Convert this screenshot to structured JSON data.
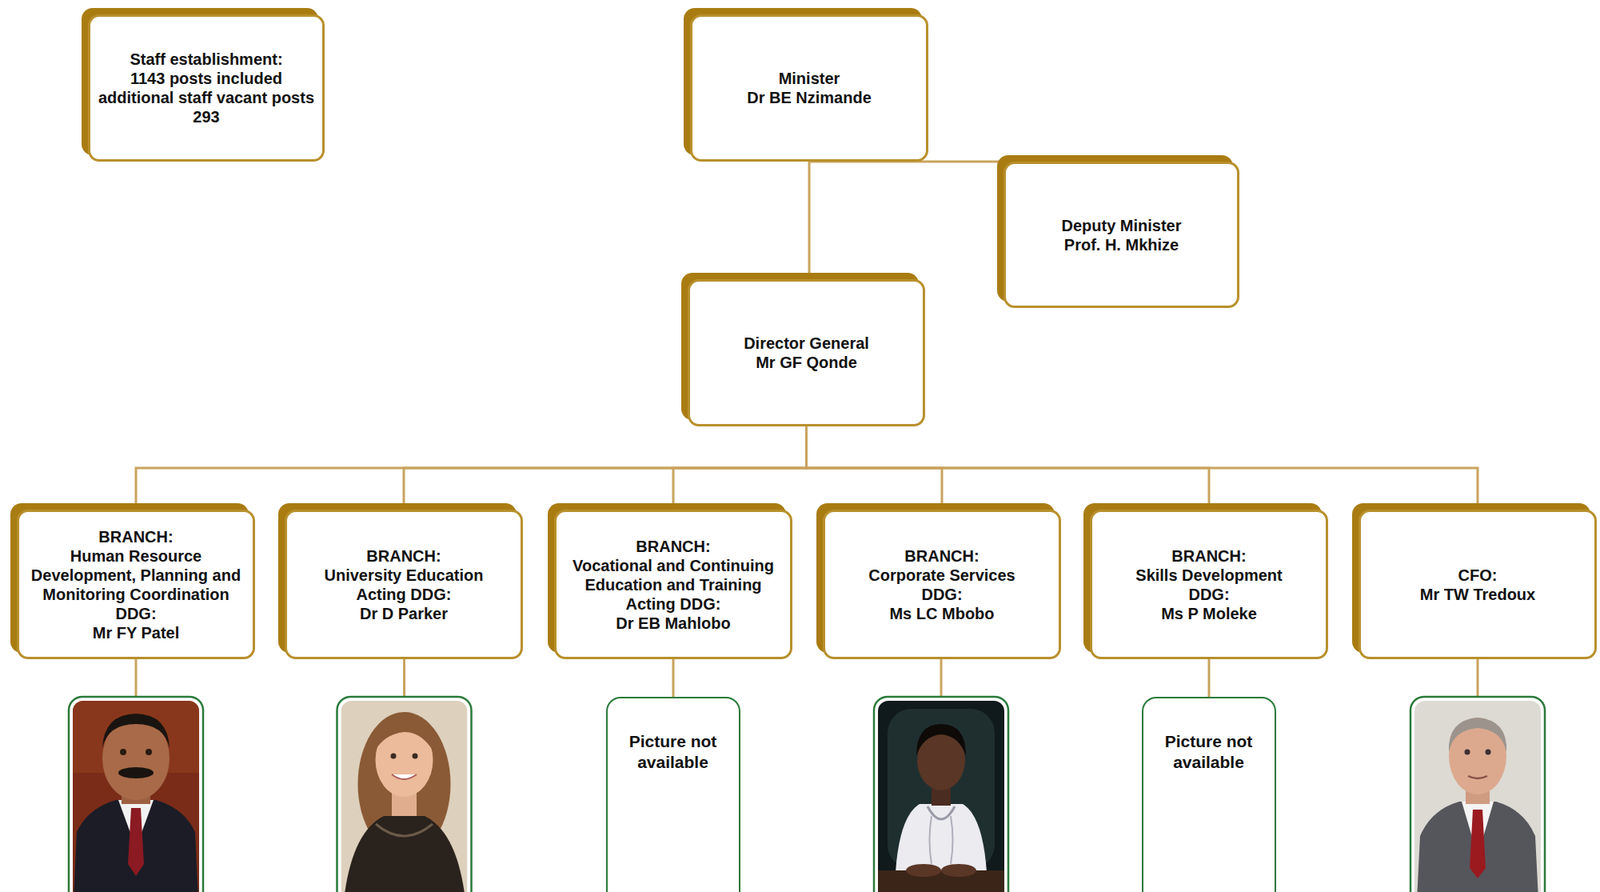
{
  "diagram": {
    "nodes": [
      {
        "text": [
          "Staff establishment:",
          "1143 posts included additional staff vacant posts",
          "293"
        ]
      },
      {
        "text": [
          "Minister",
          "Dr BE Nzimande"
        ]
      },
      {
        "text": [
          "Deputy Minister",
          "Prof. H. Mkhize"
        ]
      },
      {
        "text": [
          "Director General",
          "Mr GF Qonde"
        ]
      },
      {
        "text": [
          "BRANCH:",
          "Human Resource Development, Planning and Monitoring Coordination",
          "DDG:",
          "Mr FY Patel"
        ]
      },
      {
        "text": [
          "BRANCH:",
          "University Education",
          "Acting DDG:",
          "Dr D Parker"
        ]
      },
      {
        "text": [
          "BRANCH:",
          "Vocational and Continuing Education and Training",
          "Acting DDG:",
          "Dr EB Mahlobo"
        ]
      },
      {
        "text": [
          "BRANCH:",
          "Corporate Services",
          "DDG:",
          "Ms LC Mbobo"
        ]
      },
      {
        "text": [
          "BRANCH:",
          "Skills Development",
          "DDG:",
          "Ms P Moleke"
        ]
      },
      {
        "text": [
          "CFO:",
          "Mr TW Tredoux"
        ]
      },
      {
        "text": [
          "Picture not available"
        ]
      },
      {
        "text": [
          "Picture not available"
        ]
      }
    ],
    "edges": [
      {
        "from": 1,
        "to": 3,
        "arrow": "none"
      },
      {
        "from": 1,
        "to": 2,
        "arrow": "none"
      },
      {
        "from": 3,
        "to": 4,
        "arrow": "none"
      },
      {
        "from": 3,
        "to": 5,
        "arrow": "none"
      },
      {
        "from": 3,
        "to": 6,
        "arrow": "none"
      },
      {
        "from": 3,
        "to": 7,
        "arrow": "none"
      },
      {
        "from": 3,
        "to": 8,
        "arrow": "none"
      },
      {
        "from": 3,
        "to": 9,
        "arrow": "none"
      },
      {
        "from": 6,
        "to": 10,
        "arrow": "none"
      },
      {
        "from": 8,
        "to": 11,
        "arrow": "none"
      }
    ]
  }
}
